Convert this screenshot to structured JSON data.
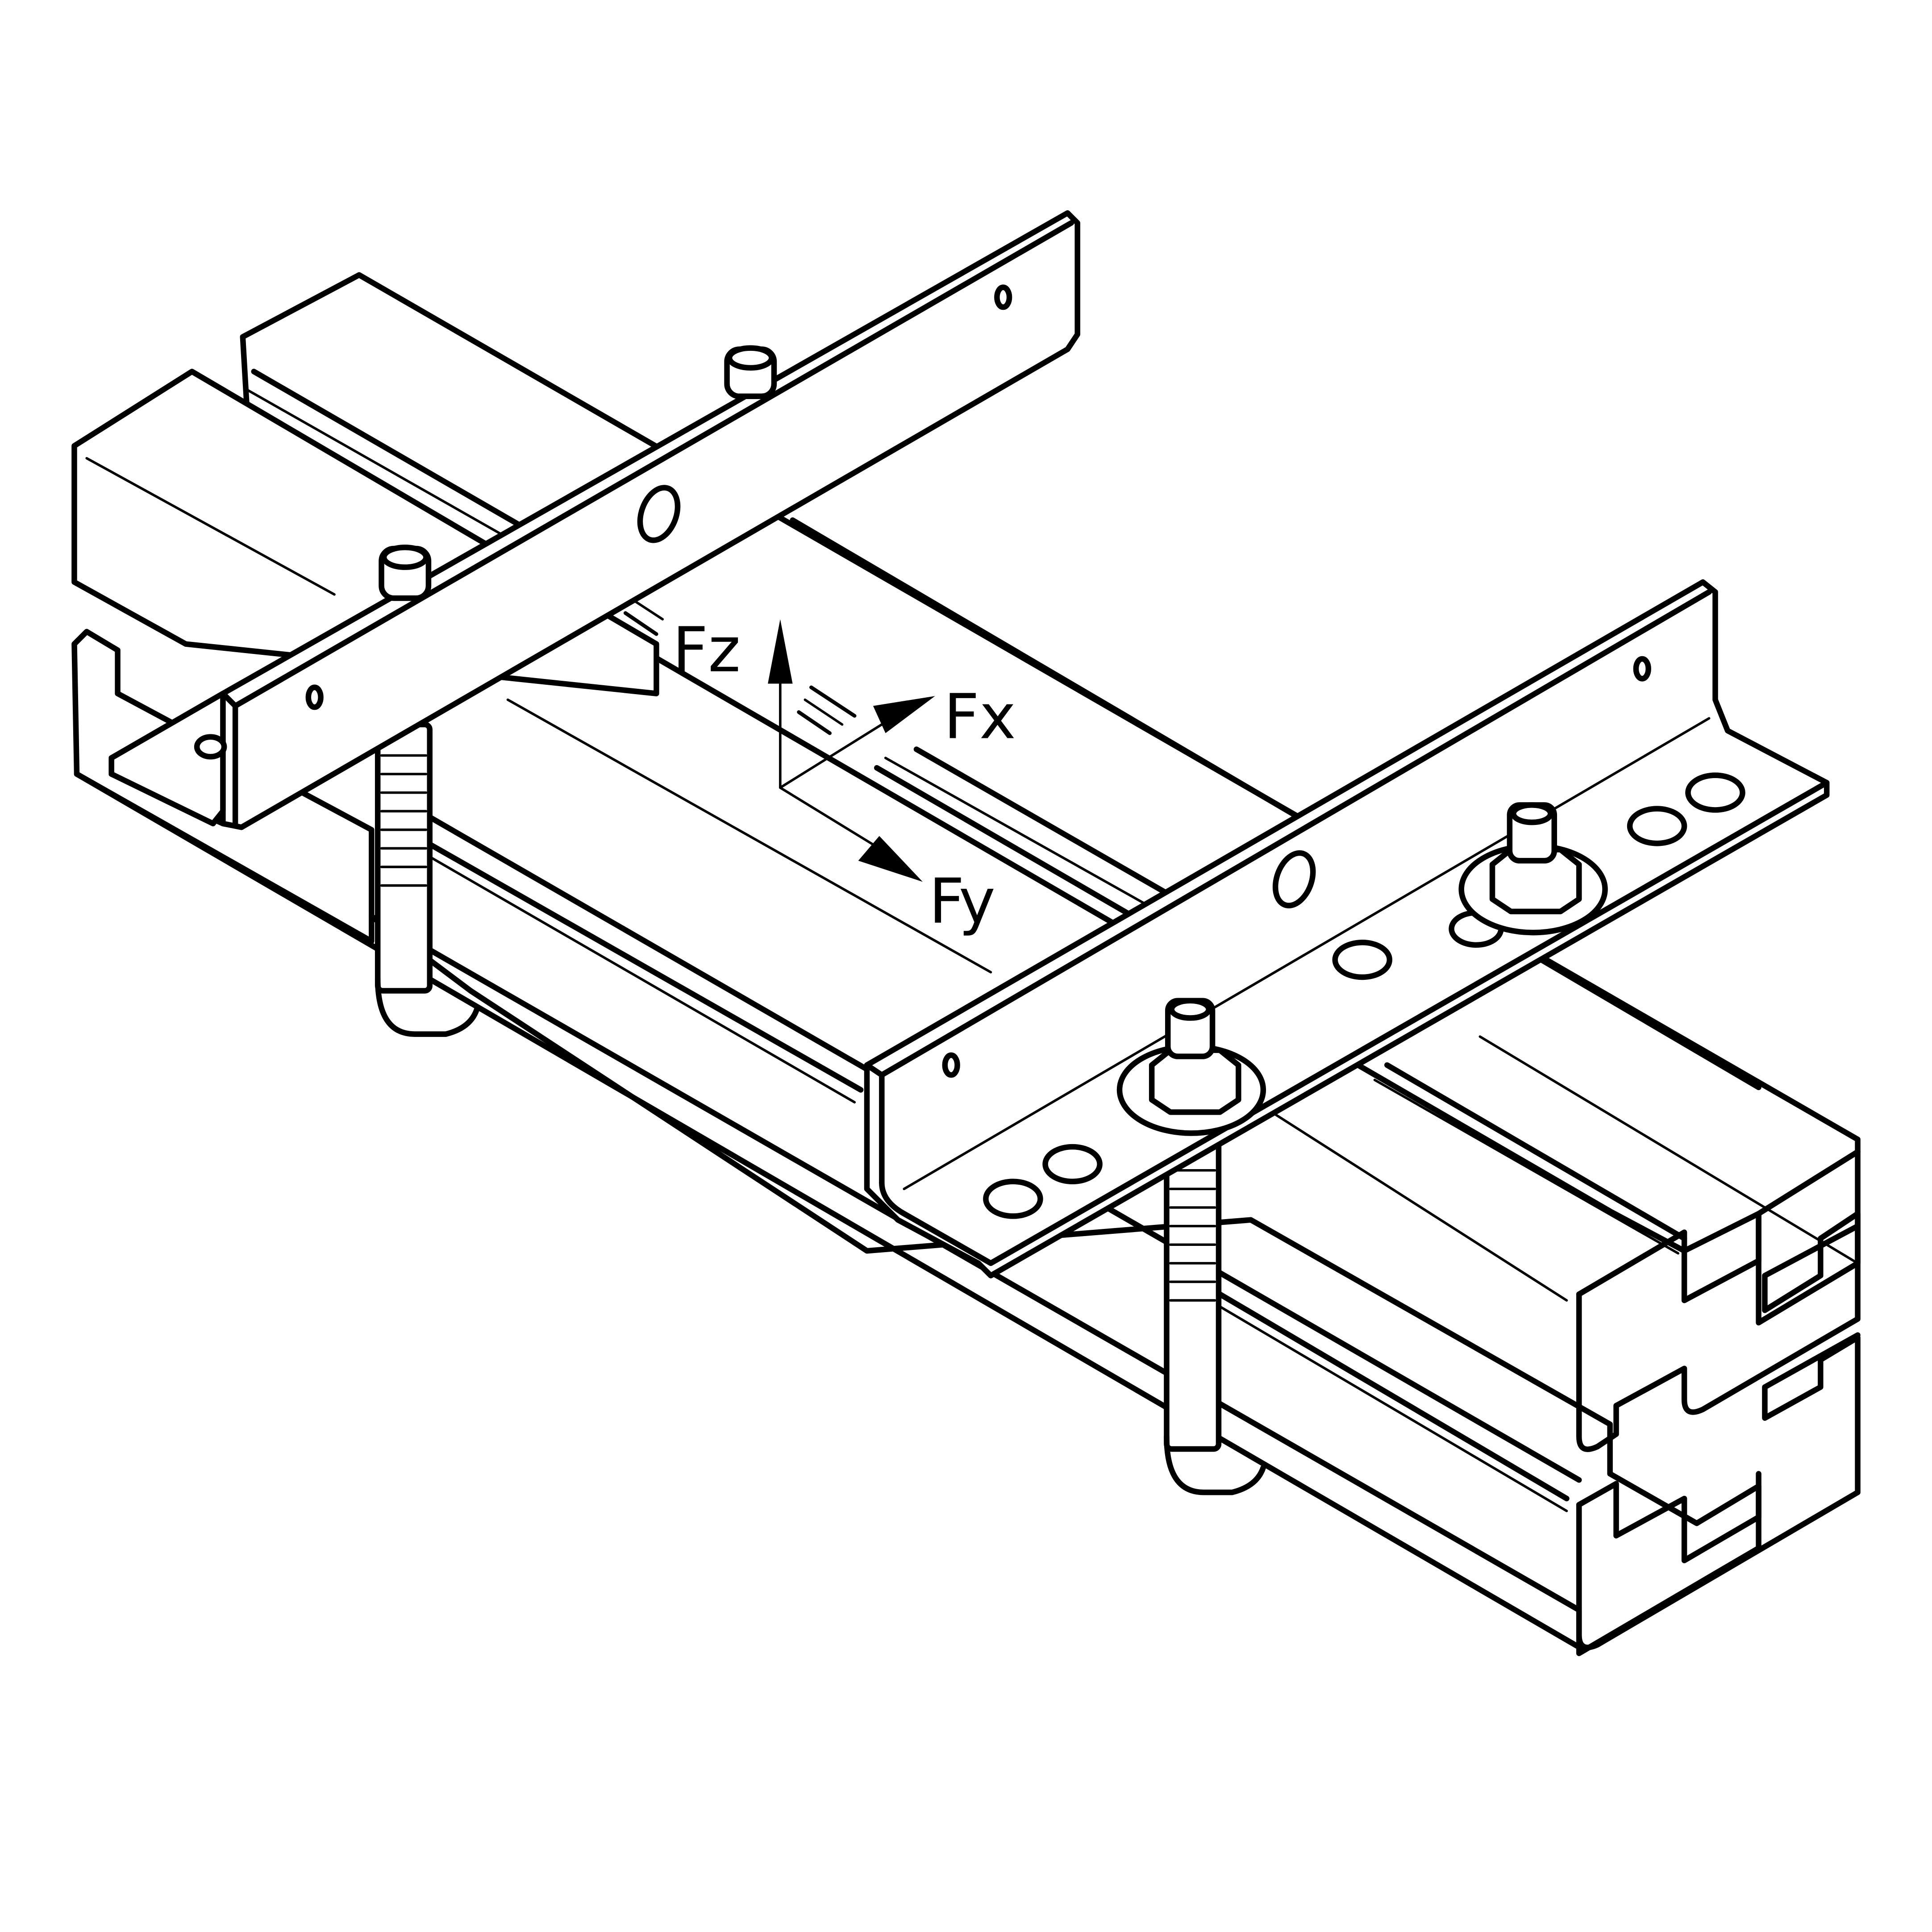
{
  "diagram": {
    "title": "Strut channel bracket assembly with load directions",
    "colors": {
      "line": "#000000",
      "background": "#ffffff"
    },
    "force_labels": {
      "fz": "Fz",
      "fx": "Fx",
      "fy": "Fy"
    },
    "components": [
      "double-strut-channel",
      "angle-bracket-left",
      "angle-bracket-right",
      "threaded-j-bolt-left",
      "threaded-j-bolt-right",
      "hex-nut-with-washer",
      "force-axes"
    ]
  }
}
